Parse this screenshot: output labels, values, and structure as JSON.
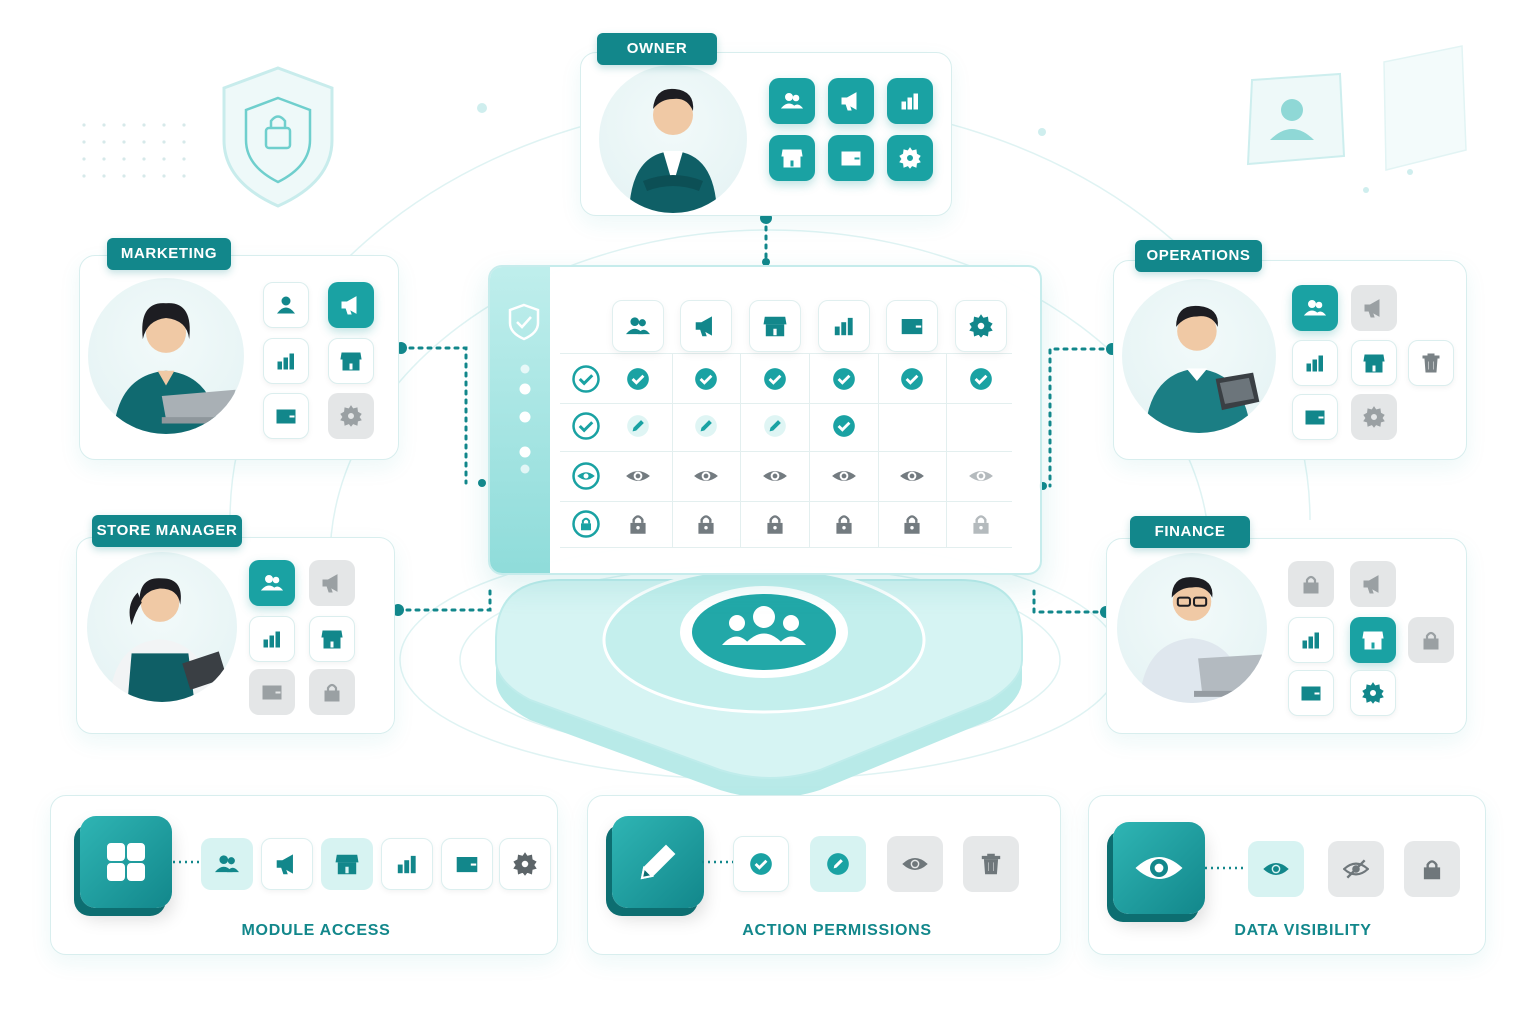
{
  "roles": {
    "owner": {
      "label": "OWNER"
    },
    "marketing": {
      "label": "MARKETING"
    },
    "operations": {
      "label": "OPERATIONS"
    },
    "store_manager": {
      "label": "STORE MANAGER"
    },
    "finance": {
      "label": "FINANCE"
    }
  },
  "matrix": {
    "modules": [
      "users-icon",
      "megaphone-icon",
      "store-icon",
      "bar-chart-icon",
      "wallet-icon",
      "gear-icon"
    ],
    "rows": [
      {
        "kind": "check-circle-icon",
        "cells": [
          "check",
          "check",
          "check",
          "check",
          "check",
          "check"
        ]
      },
      {
        "kind": "check-circle-icon",
        "cells": [
          "edit",
          "edit",
          "edit",
          "check",
          "none",
          "none"
        ]
      },
      {
        "kind": "eye-icon",
        "cells": [
          "view",
          "view",
          "view",
          "view",
          "view",
          "view-faded"
        ]
      },
      {
        "kind": "lock-icon",
        "cells": [
          "lock",
          "lock",
          "lock",
          "lock",
          "lock",
          "lock-faded"
        ]
      }
    ]
  },
  "legend": {
    "module_access": {
      "label": "MODULE ACCESS"
    },
    "action_permissions": {
      "label": "ACTION PERMISSIONS"
    },
    "data_visibility": {
      "label": "DATA VISIBILITY"
    }
  },
  "colors": {
    "accent": "#12878b",
    "accent_light": "#1aa2a3",
    "tint": "#d6f3f2",
    "disabled": "#e4e6e7"
  }
}
